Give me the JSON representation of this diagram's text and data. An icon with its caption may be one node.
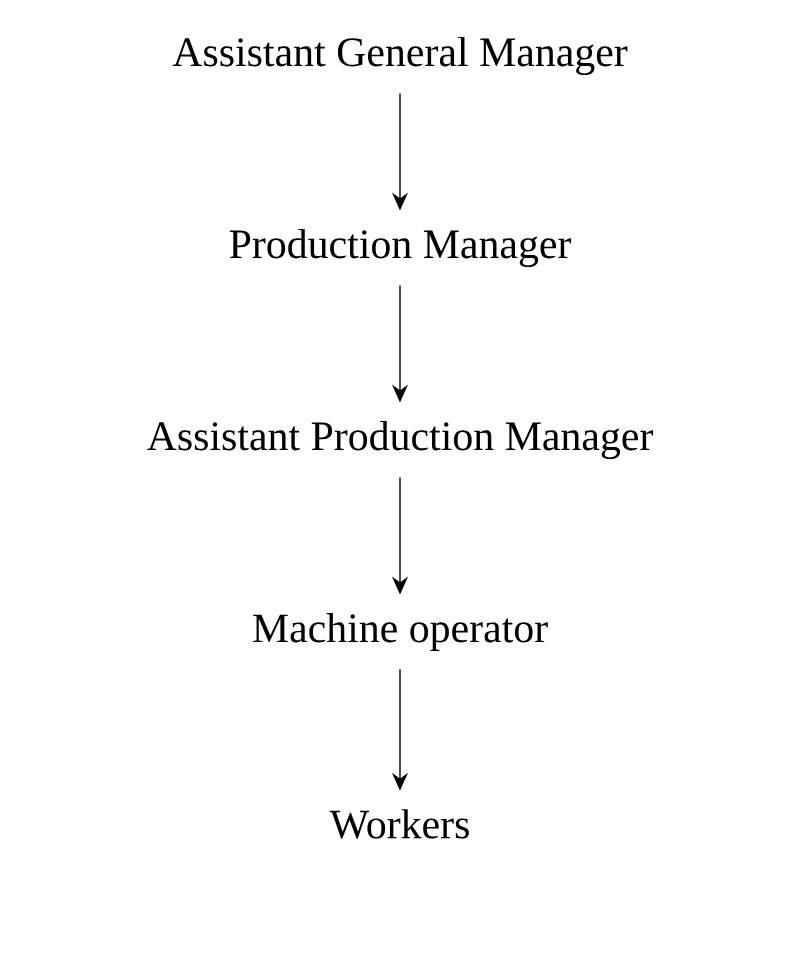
{
  "diagram": {
    "nodes": [
      {
        "text": [
          "Assistant General Manager"
        ]
      },
      {
        "text": [
          "Production Manager"
        ]
      },
      {
        "text": [
          "Assistant Production Manager"
        ]
      },
      {
        "text": [
          "Machine operator"
        ]
      },
      {
        "text": [
          "Workers"
        ]
      }
    ],
    "edges": [
      {
        "from": 0,
        "to": 1,
        "arrow": "to"
      },
      {
        "from": 1,
        "to": 2,
        "arrow": "to"
      },
      {
        "from": 2,
        "to": 3,
        "arrow": "to"
      },
      {
        "from": 3,
        "to": 4,
        "arrow": "to"
      }
    ]
  }
}
